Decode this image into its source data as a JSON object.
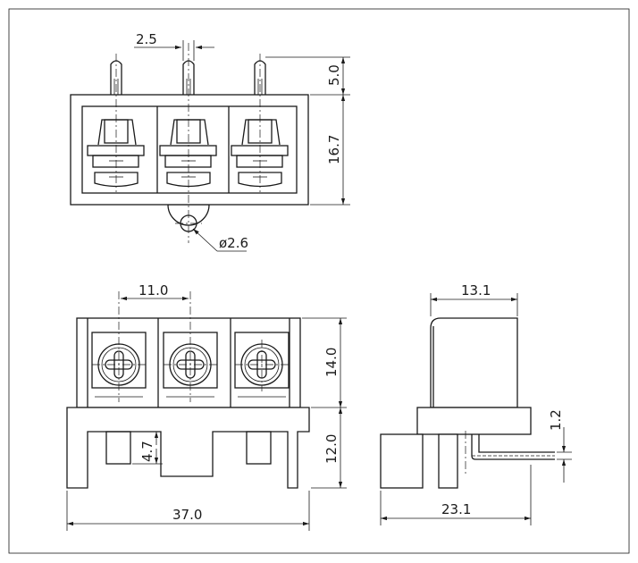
{
  "dimensions": {
    "pin_pitch": "2.5",
    "pin_height": "5.0",
    "top_height": "16.7",
    "hole_diameter": "ø2.6",
    "terminal_pitch": "11.0",
    "front_upper_height": "14.0",
    "front_lower_height": "12.0",
    "slot_depth": "4.7",
    "total_length": "37.0",
    "side_top_width": "13.1",
    "pin_thickness": "1.2",
    "side_total_width": "23.1"
  },
  "colors": {
    "line": "#1a1a1a",
    "background": "#ffffff"
  }
}
